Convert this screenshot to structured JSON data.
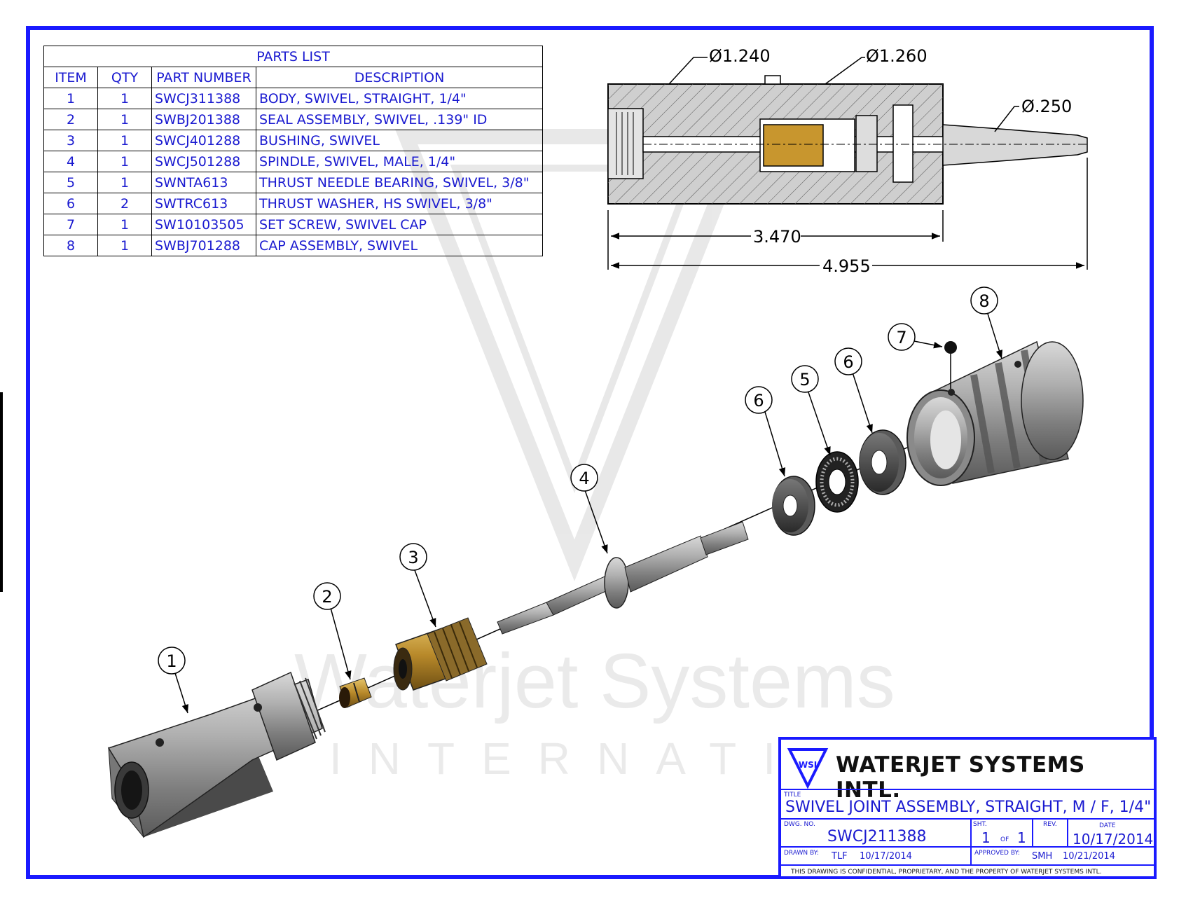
{
  "parts_list": {
    "title": "PARTS LIST",
    "headers": {
      "item": "ITEM",
      "qty": "QTY",
      "part_number": "PART NUMBER",
      "description": "DESCRIPTION"
    },
    "rows": [
      {
        "item": "1",
        "qty": "1",
        "part_number": "SWCJ311388",
        "description": "BODY, SWIVEL, STRAIGHT, 1/4\""
      },
      {
        "item": "2",
        "qty": "1",
        "part_number": "SWBJ201388",
        "description": "SEAL ASSEMBLY, SWIVEL, .139\" ID"
      },
      {
        "item": "3",
        "qty": "1",
        "part_number": "SWCJ401288",
        "description": "BUSHING, SWIVEL"
      },
      {
        "item": "4",
        "qty": "1",
        "part_number": "SWCJ501288",
        "description": "SPINDLE, SWIVEL, MALE, 1/4\""
      },
      {
        "item": "5",
        "qty": "1",
        "part_number": "SWNTA613",
        "description": "THRUST NEEDLE BEARING, SWIVEL, 3/8\""
      },
      {
        "item": "6",
        "qty": "2",
        "part_number": "SWTRC613",
        "description": "THRUST WASHER, HS SWIVEL, 3/8\""
      },
      {
        "item": "7",
        "qty": "1",
        "part_number": "SW10103505",
        "description": "SET SCREW, SWIVEL CAP"
      },
      {
        "item": "8",
        "qty": "1",
        "part_number": "SWBJ701288",
        "description": "CAP ASSEMBLY, SWIVEL"
      }
    ]
  },
  "dimensions": {
    "d1": "Ø1.240",
    "d2": "Ø1.260",
    "d3": "Ø.250",
    "len1": "3.470",
    "len2": "4.955"
  },
  "balloons": {
    "b1": "1",
    "b2": "2",
    "b3": "3",
    "b4": "4",
    "b5": "5",
    "b6a": "6",
    "b6b": "6",
    "b7": "7",
    "b8": "8"
  },
  "watermark": {
    "line1": "Waterjet Systems",
    "line2": "INTERNATIONAL"
  },
  "title_block": {
    "company": "WATERJET SYSTEMS INTL.",
    "logo_letters": "WSI",
    "title_label": "TITLE",
    "title": "SWIVEL JOINT ASSEMBLY, STRAIGHT, M / F, 1/4\"",
    "dwg_no_label": "DWG. NO.",
    "dwg_no": "SWCJ211388",
    "sht_label": "SHT.",
    "sht": "1",
    "of_label": "OF",
    "sht_total": "1",
    "rev_label": "REV.",
    "date_label": "DATE",
    "date": "10/17/2014",
    "drawn_by_label": "DRAWN BY:",
    "drawn_by": "TLF",
    "drawn_date": "10/17/2014",
    "approved_by_label": "APPROVED BY:",
    "approved_by": "SMH",
    "approved_date": "10/21/2014",
    "confidential": "THIS DRAWING IS CONFIDENTIAL, PROPRIETARY, AND THE PROPERTY OF WATERJET SYSTEMS INTL."
  },
  "colors": {
    "border_blue": "#1a1aff",
    "text_blue": "#1a1ad0",
    "brass": "#c8962e",
    "steel": "#9a9a9a"
  }
}
